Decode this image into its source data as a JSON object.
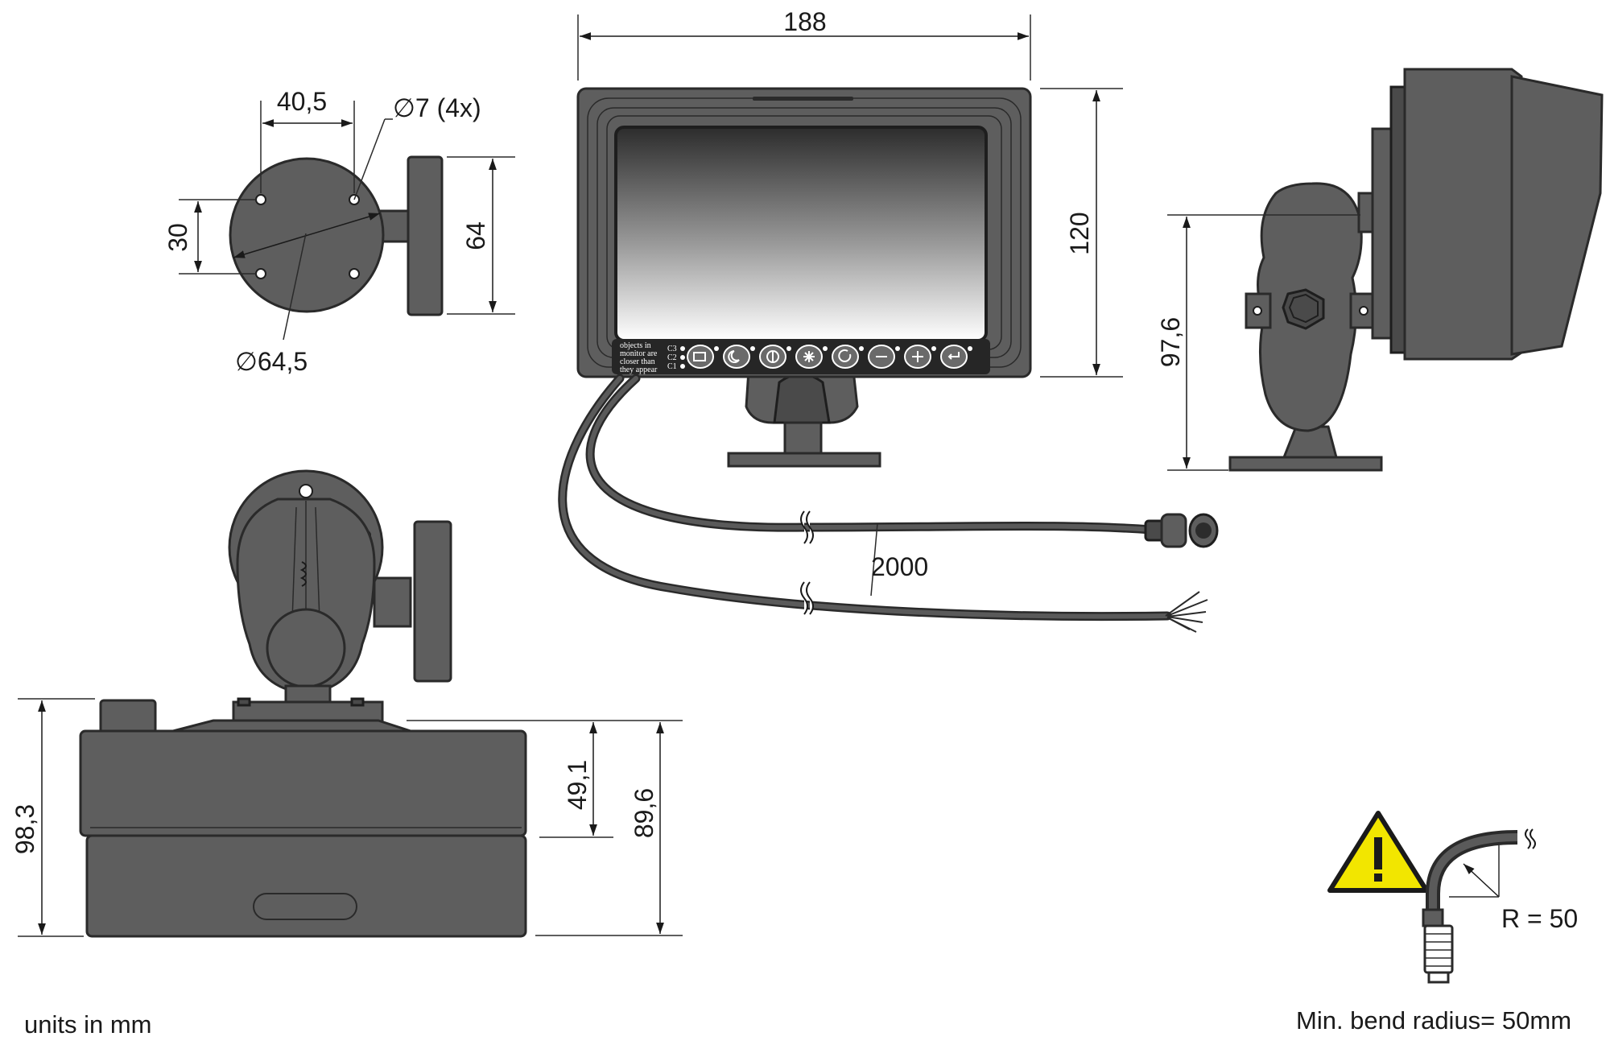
{
  "dimensions": {
    "monitor_width": "188",
    "monitor_height": "120",
    "hole_spacing_horizontal": "40,5",
    "hole_diameter": "∅7 (4x)",
    "hole_spacing_vertical": "30",
    "bracket_height": "64",
    "plate_diameter": "∅64,5",
    "side_height": "97,6",
    "cable_length": "2000",
    "rear_total_height": "98,3",
    "rear_housing_height": "49,1",
    "rear_body_height": "89,6",
    "bend_radius": "R = 50"
  },
  "notes": {
    "units": "units in mm",
    "bend_radius_note": "Min. bend radius= 50mm"
  },
  "monitor_label": {
    "line1": "objects   in",
    "line2": "monitor are",
    "line3": "closer  than",
    "line4": "they appear",
    "cam1": "C3",
    "cam2": "C2",
    "cam3": "C1"
  },
  "buttons": [
    "camera-switch",
    "day-night",
    "contrast",
    "brightness",
    "rotate",
    "minus",
    "plus",
    "enter"
  ],
  "colors": {
    "housing": "#5e5e5e",
    "outline": "#2a2a2a",
    "warning_yellow": "#f2e600"
  }
}
